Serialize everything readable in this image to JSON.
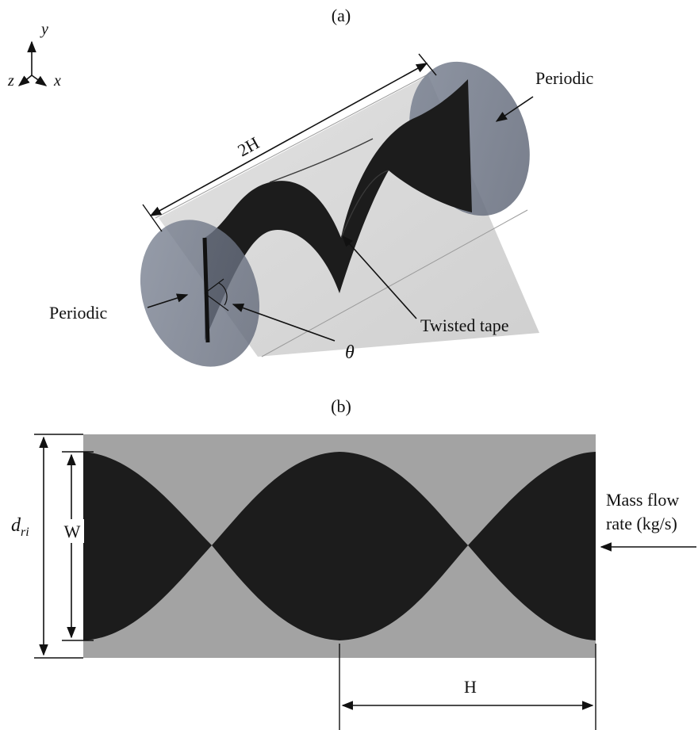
{
  "panel_a": {
    "label": "(a)",
    "axes": {
      "y": "y",
      "z": "z",
      "x": "x"
    },
    "length_label": "2H",
    "periodic_right": "Periodic",
    "periodic_left": "Periodic",
    "twisted_tape": "Twisted tape",
    "angle": "θ"
  },
  "panel_b": {
    "label": "(b)",
    "d_main": "d",
    "d_sub": "ri",
    "w_label": "W",
    "h_label": "H",
    "flow_line1": "Mass flow",
    "flow_line2": "rate (kg/s)"
  },
  "colors": {
    "tube_gray": "#a3a3a3",
    "tape_black": "#1c1c1c",
    "end_cap": "#6f7787"
  }
}
